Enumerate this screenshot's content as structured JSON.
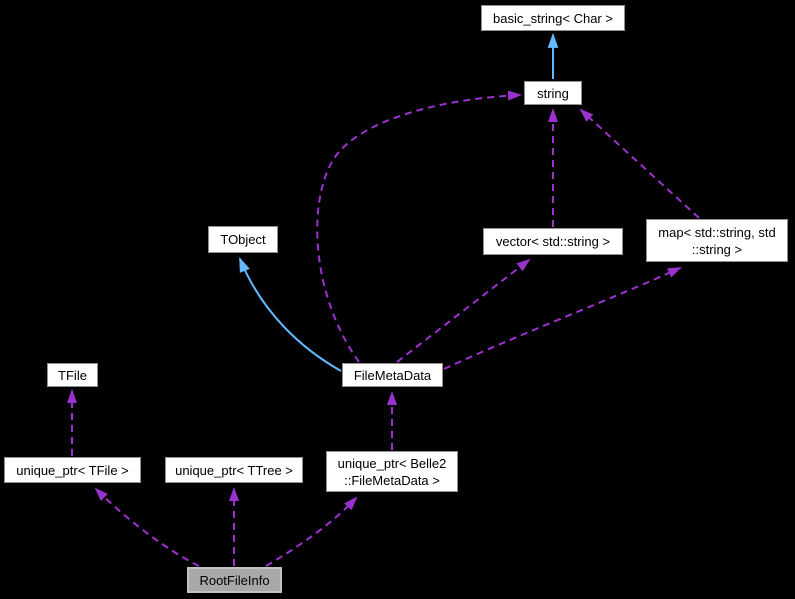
{
  "diagram": {
    "type": "collaboration-graph",
    "colors": {
      "background": "#000000",
      "usage_edge": "#9a32cd",
      "inheritance_edge": "#63b8ff",
      "node_fill": "#ffffff",
      "node_border": "#8f8f8f",
      "focus_fill": "#a8a8a8",
      "focus_border": "#c2c2c2",
      "text": "#000000"
    },
    "nodes": {
      "basic_string": {
        "label": "basic_string< Char >"
      },
      "string": {
        "label": "string"
      },
      "tobject": {
        "label": "TObject"
      },
      "vector": {
        "label": "vector< std::string >"
      },
      "map": {
        "lines": [
          "map< std::string, std",
          "::string >"
        ]
      },
      "tfile": {
        "label": "TFile"
      },
      "filemetadata": {
        "label": "FileMetaData"
      },
      "unique_ptr_tfile": {
        "label": "unique_ptr< TFile >"
      },
      "unique_ptr_ttree": {
        "label": "unique_ptr< TTree >"
      },
      "unique_ptr_belle2": {
        "lines": [
          "unique_ptr< Belle2",
          "::FileMetaData >"
        ]
      },
      "rootfileinfo": {
        "label": "RootFileInfo"
      }
    },
    "edges": [
      {
        "from": "string",
        "to": "basic_string< Char >",
        "relation": "inheritance",
        "style": "solid"
      },
      {
        "from": "FileMetaData",
        "to": "TObject",
        "relation": "inheritance",
        "style": "solid"
      },
      {
        "from": "FileMetaData",
        "to": "string",
        "relation": "usage",
        "style": "dashed"
      },
      {
        "from": "vector< std::string >",
        "to": "string",
        "relation": "usage",
        "style": "dashed"
      },
      {
        "from": "map< std::string, std::string >",
        "to": "string",
        "relation": "usage",
        "style": "dashed"
      },
      {
        "from": "FileMetaData",
        "to": "vector< std::string >",
        "relation": "usage",
        "style": "dashed"
      },
      {
        "from": "FileMetaData",
        "to": "map< std::string, std::string >",
        "relation": "usage",
        "style": "dashed"
      },
      {
        "from": "unique_ptr< TFile >",
        "to": "TFile",
        "relation": "usage",
        "style": "dashed"
      },
      {
        "from": "RootFileInfo",
        "to": "unique_ptr< TFile >",
        "relation": "usage",
        "style": "dashed"
      },
      {
        "from": "RootFileInfo",
        "to": "unique_ptr< TTree >",
        "relation": "usage",
        "style": "dashed"
      },
      {
        "from": "RootFileInfo",
        "to": "unique_ptr< Belle2::FileMetaData >",
        "relation": "usage",
        "style": "dashed"
      },
      {
        "from": "unique_ptr< Belle2::FileMetaData >",
        "to": "FileMetaData",
        "relation": "usage",
        "style": "dashed"
      }
    ]
  }
}
